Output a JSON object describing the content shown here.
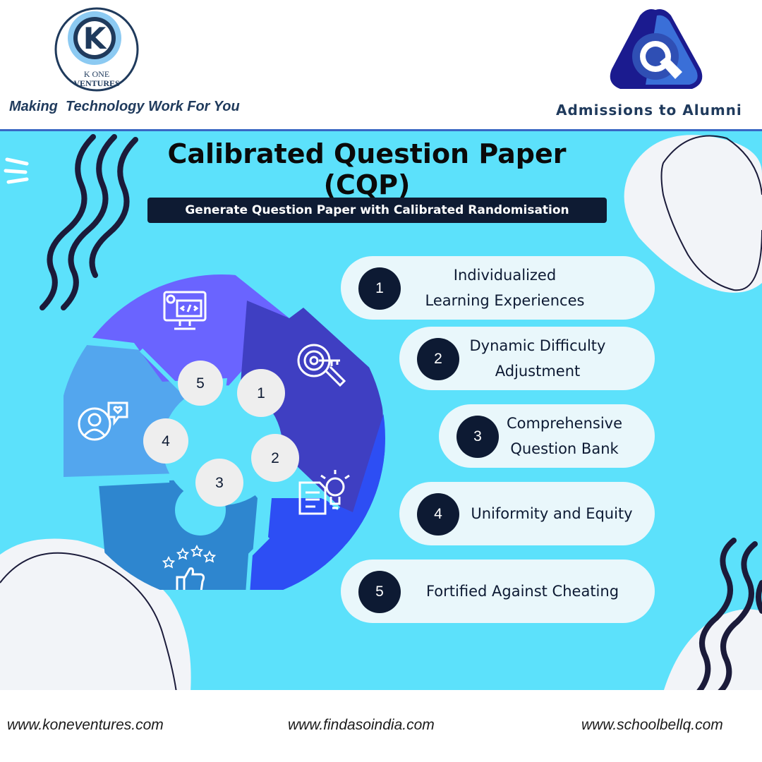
{
  "header": {
    "kone_logo": {
      "letter": "K",
      "line1": "K ONE",
      "line2": "VENTURES"
    },
    "tagline": "Making  Technology Work For You",
    "q_logo_letter": "Q",
    "q_tagline": "Admissions to Alumni"
  },
  "main": {
    "title_line1": "Calibrated Question Paper",
    "title_line2": "(CQP)",
    "subtitle": "Generate Question Paper with Calibrated Randomisation"
  },
  "cycle": {
    "segments": [
      {
        "number": "1",
        "icon": "key-search-icon",
        "color": "#3f3fc2"
      },
      {
        "number": "2",
        "icon": "idea-document-icon",
        "color": "#2d4ef4"
      },
      {
        "number": "3",
        "icon": "star-rating-thumbs-up-icon",
        "color": "#2e86cf"
      },
      {
        "number": "4",
        "icon": "user-heart-icon",
        "color": "#53a6ee"
      },
      {
        "number": "5",
        "icon": "code-monitor-icon",
        "color": "#6a64ff"
      }
    ]
  },
  "features": [
    {
      "number": "1",
      "line1": "Individualized",
      "line2": "Learning Experiences"
    },
    {
      "number": "2",
      "line1": "Dynamic Difficulty",
      "line2": "Adjustment"
    },
    {
      "number": "3",
      "line1": "Comprehensive",
      "line2": "Question Bank"
    },
    {
      "number": "4",
      "line1": "Uniformity and Equity",
      "line2": ""
    },
    {
      "number": "5",
      "line1": "Fortified Against Cheating",
      "line2": ""
    }
  ],
  "footer": {
    "links": [
      "www.koneventures.com",
      "www.findasoindia.com",
      "www.schoolbellq.com"
    ]
  },
  "colors": {
    "panel": "#5ce1fb",
    "navy": "#0d1a33",
    "pill": "#e9f7fb",
    "brand_blue": "#1f3a5c"
  }
}
